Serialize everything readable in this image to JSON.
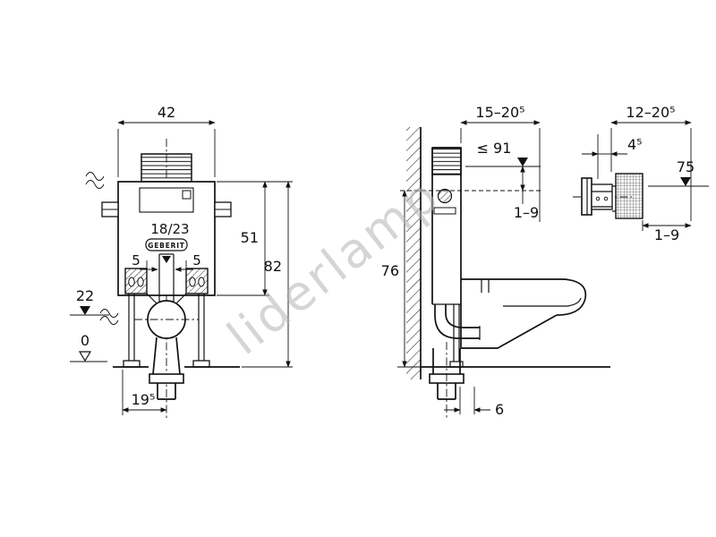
{
  "watermark": "liderlamp",
  "front_view": {
    "dim_width": "42",
    "dim_inspection": "18/23",
    "brand": "GEBERIT",
    "dim_offset_left": "5",
    "dim_offset_right": "5",
    "dim_cistern_height": "51",
    "dim_total_height": "82",
    "dim_outlet_level": "22",
    "dim_floor_level": "0",
    "dim_outlet_offset": "19⁵"
  },
  "side_view": {
    "dim_depth_range": "15–20⁵",
    "dim_max_level": "≤ 91",
    "dim_finish_thickness": "1–9",
    "dim_supply_height": "76",
    "dim_outlet_distance": "6"
  },
  "actuator_view": {
    "dim_depth_range": "12–20⁵",
    "dim_plate_offset": "4⁵",
    "dim_plate_level": "75",
    "dim_finish_thickness": "1–9"
  }
}
